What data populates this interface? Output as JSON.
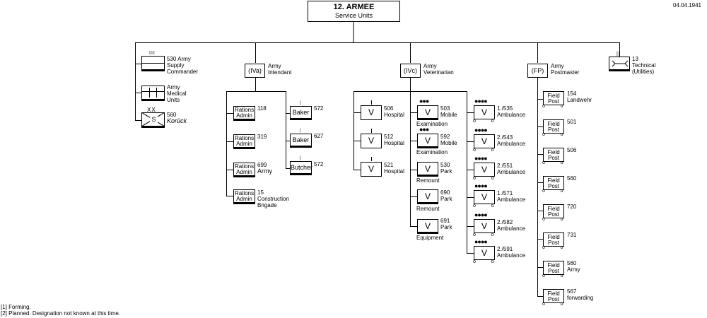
{
  "header": {
    "title": "12. ARMEE",
    "subtitle": "Service Units",
    "date": "04.04.1941"
  },
  "footnotes": [
    "[1] Forming.",
    "[2] Planned. Designation not known at this time."
  ],
  "supply": {
    "commander": {
      "number": "530 Army",
      "line2": "Supply",
      "line3": "Commander",
      "symbol": "III"
    },
    "medical": {
      "line1": "Army",
      "line2": "Medical",
      "line3": "Units"
    },
    "koruck": {
      "number": "560",
      "name": "Korück",
      "symbol": "XX",
      "box_text": "S"
    }
  },
  "intendant": {
    "box": "(IVa)",
    "label1": "Army",
    "label2": "Intendant",
    "rations": [
      {
        "box": [
          "Rations",
          "Admin"
        ],
        "num": "118",
        "sub": ""
      },
      {
        "box": [
          "Rations",
          "Admin"
        ],
        "num": "319",
        "sub": ""
      },
      {
        "box": [
          "Rations",
          "Admin"
        ],
        "num": "699",
        "sub": "Army"
      },
      {
        "box": [
          "Rations",
          "Admin"
        ],
        "num": "15",
        "sub": "Construction",
        "sub2": "Brigade"
      }
    ],
    "services": [
      {
        "box": "Baker",
        "num": "572"
      },
      {
        "box": "Baker",
        "num": "627"
      },
      {
        "box": "Butcher",
        "num": "572"
      }
    ]
  },
  "veterinarian": {
    "box": "(IVc)",
    "label1": "Army",
    "label2": "Veterinarian",
    "hospitals": [
      {
        "num": "506",
        "label": "Hospital"
      },
      {
        "num": "512",
        "label": "Hospital"
      },
      {
        "num": "521",
        "label": "Hospital"
      }
    ],
    "mobile": [
      {
        "num": "503",
        "label": "Mobile",
        "below": "Examination"
      },
      {
        "num": "592",
        "label": "Mobile",
        "below": "Examination"
      },
      {
        "num": "530",
        "label": "Park",
        "below": "Remount"
      },
      {
        "num": "690",
        "label": "Park",
        "below": "Remount"
      },
      {
        "num": "691",
        "label": "Park",
        "below": "Equipment"
      }
    ],
    "ambulances": [
      {
        "num": "1./535",
        "label": "Ambulance"
      },
      {
        "num": "2./543",
        "label": "Ambulance"
      },
      {
        "num": "2./551",
        "label": "Ambulance"
      },
      {
        "num": "1./571",
        "label": "Ambulance"
      },
      {
        "num": "2./582",
        "label": "Ambulance"
      },
      {
        "num": "2./591",
        "label": "Ambulance"
      }
    ],
    "box_letter": "V"
  },
  "postmaster": {
    "box": "(FP)",
    "label1": "Army",
    "label2": "Postmaster",
    "posts": [
      {
        "box": [
          "Field",
          "Post"
        ],
        "num": "154",
        "sub": "Landwehr"
      },
      {
        "box": [
          "Field",
          "Post"
        ],
        "num": "501",
        "sub": ""
      },
      {
        "box": [
          "Field",
          "Post"
        ],
        "num": "506",
        "sub": ""
      },
      {
        "box": [
          "Field",
          "Post"
        ],
        "num": "560",
        "sub": ""
      },
      {
        "box": [
          "Field",
          "Post"
        ],
        "num": "720",
        "sub": ""
      },
      {
        "box": [
          "Field",
          "Post"
        ],
        "num": "731",
        "sub": ""
      },
      {
        "box": [
          "Field",
          "Post"
        ],
        "num": "560",
        "sub": "Army"
      },
      {
        "box": [
          "Field",
          "Post"
        ],
        "num": "567",
        "sub": "forwarding"
      }
    ]
  },
  "technical": {
    "num": "13",
    "line1": "Technical",
    "line2": "(Utilities)"
  }
}
